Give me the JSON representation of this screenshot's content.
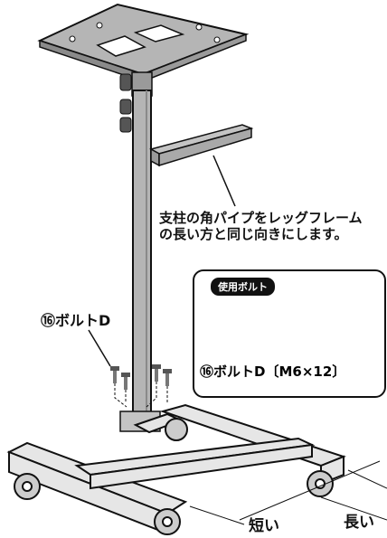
{
  "instruction": {
    "line1": "支柱の角パイプをレッグフレーム",
    "line2": "の長い方と同じ向きにします。"
  },
  "bolt_callout": {
    "label": "⑯ボルトD"
  },
  "bolt_box": {
    "badge": "使用ボルト",
    "spec": "⑯ボルトD〔M6×12〕"
  },
  "dimensions": {
    "long": "長い",
    "short": "短い"
  },
  "colors": {
    "line": "#111111",
    "metal": "#b5b5b5",
    "metal_dark": "#8a8a8a",
    "frame": "#e6e6e6"
  }
}
